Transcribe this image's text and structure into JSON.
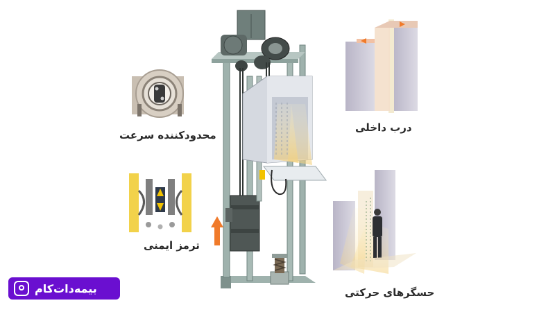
{
  "labels": {
    "speed_limiter": "محدودکننده سرعت",
    "safety_brake": "ترمز ایمنی",
    "inner_door": "درب داخلی",
    "motion_sensors": "حسگرهای حرکتی"
  },
  "logo": {
    "text": "بیمه‌دات‌کام",
    "icon": "bimeh-logo-icon"
  },
  "colors": {
    "steel": "#8fa39e",
    "steel_dark": "#5f6f6b",
    "cabin": "#cfd3da",
    "light_beam": "#f3d79a",
    "accent_yellow": "#f2c200",
    "arrow_orange": "#f07a2a",
    "logo_purple": "#6a0fd0"
  }
}
